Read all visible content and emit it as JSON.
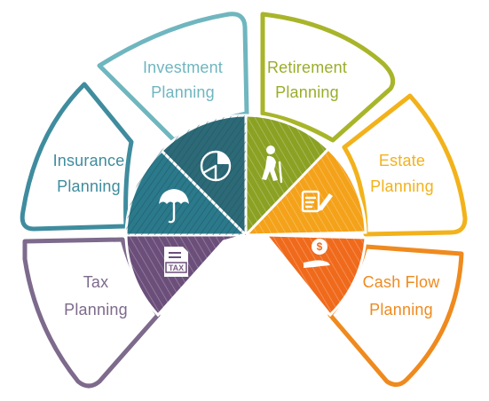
{
  "segments": [
    {
      "id": "investment",
      "line1": "Investment",
      "line2": "Planning",
      "color": "#6fb6bf",
      "wedge_color": "#2f6f7e",
      "icon": "pie-chart-icon"
    },
    {
      "id": "retirement",
      "line1": "Retirement",
      "line2": "Planning",
      "color": "#9aad2a",
      "wedge_color": "#8aa123",
      "icon": "elderly-person-icon"
    },
    {
      "id": "insurance",
      "line1": "Insurance",
      "line2": "Planning",
      "color": "#3f8c9e",
      "wedge_color": "#2e7d8f",
      "icon": "umbrella-icon"
    },
    {
      "id": "estate",
      "line1": "Estate",
      "line2": "Planning",
      "color": "#f2b21b",
      "wedge_color": "#f4a21a",
      "icon": "document-pen-icon"
    },
    {
      "id": "tax",
      "line1": "Tax",
      "line2": "Planning",
      "color": "#7d6a8c",
      "wedge_color": "#6b4f7a",
      "icon": "tax-form-icon"
    },
    {
      "id": "cashflow",
      "line1": "Cash Flow",
      "line2": "Planning",
      "color": "#ef8a1e",
      "wedge_color": "#f06a1c",
      "icon": "money-hand-icon"
    }
  ],
  "tax_icon_text": "TAX"
}
